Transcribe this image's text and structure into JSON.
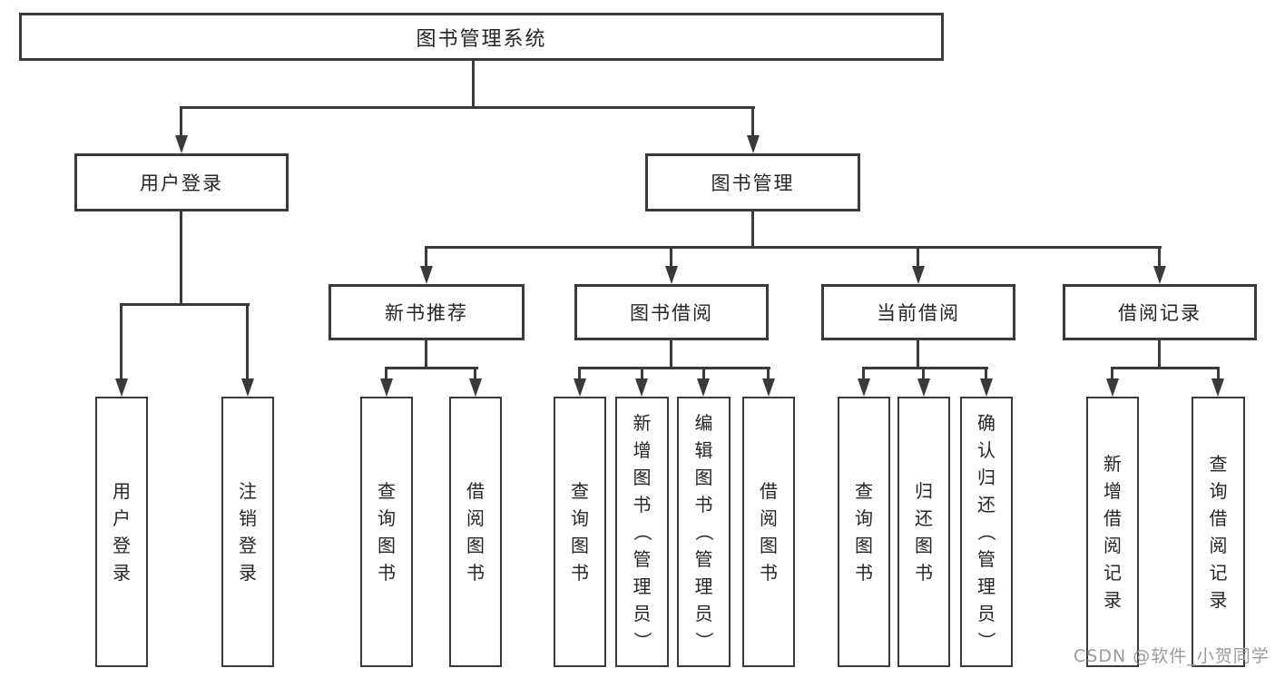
{
  "theme": {
    "background_color": "#ffffff",
    "line_color": "#3a3a3a",
    "text_color": "#262626",
    "watermark_color": "#9b9b9b"
  },
  "nodes": {
    "root": {
      "label": "图书管理系统"
    },
    "user_login": {
      "label": "用户登录"
    },
    "book_management": {
      "label": "图书管理"
    },
    "new_book_recommend": {
      "label": "新书推荐"
    },
    "book_borrow": {
      "label": "图书借阅"
    },
    "current_borrow": {
      "label": "当前借阅"
    },
    "borrow_records": {
      "label": "借阅记录"
    },
    "leaf_user_login": {
      "label": "用户登录"
    },
    "leaf_logout": {
      "label": "注销登录"
    },
    "leaf_rec_query_book": {
      "label": "查询图书"
    },
    "leaf_rec_borrow_book": {
      "label": "借阅图书"
    },
    "leaf_bb_query_book": {
      "label": "查询图书"
    },
    "leaf_bb_add_book": {
      "label": "新增图书（管理员）"
    },
    "leaf_bb_edit_book": {
      "label": "编辑图书（管理员）"
    },
    "leaf_bb_borrow_book": {
      "label": "借阅图书"
    },
    "leaf_cb_query_book": {
      "label": "查询图书"
    },
    "leaf_cb_return_book": {
      "label": "归还图书"
    },
    "leaf_cb_confirm_return": {
      "label": "确认归还（管理员）"
    },
    "leaf_br_add_record": {
      "label": "新增借阅记录"
    },
    "leaf_br_query_record": {
      "label": "查询借阅记录"
    }
  },
  "watermark": {
    "text": "CSDN @软件_小贺同学"
  }
}
